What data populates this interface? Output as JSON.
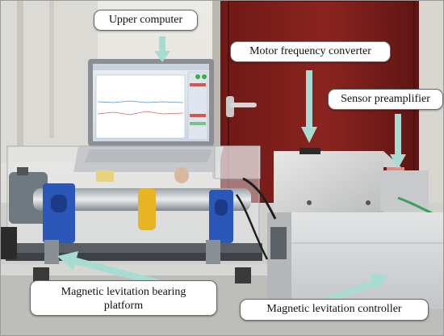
{
  "labels": {
    "upper_computer": "Upper computer",
    "motor_frequency_converter": "Motor frequency converter",
    "sensor_preamplifier": "Sensor preamplifier",
    "bearing_platform_line1": "Magnetic levitation bearing",
    "bearing_platform_line2": "platform",
    "controller": "Magnetic levitation controller"
  },
  "colors": {
    "arrow": "#a8dcd2",
    "door": "#7a1e1a",
    "wall": "#e7e4de",
    "bracket": "#2a57b8",
    "cabinet": "#d8dadc"
  }
}
